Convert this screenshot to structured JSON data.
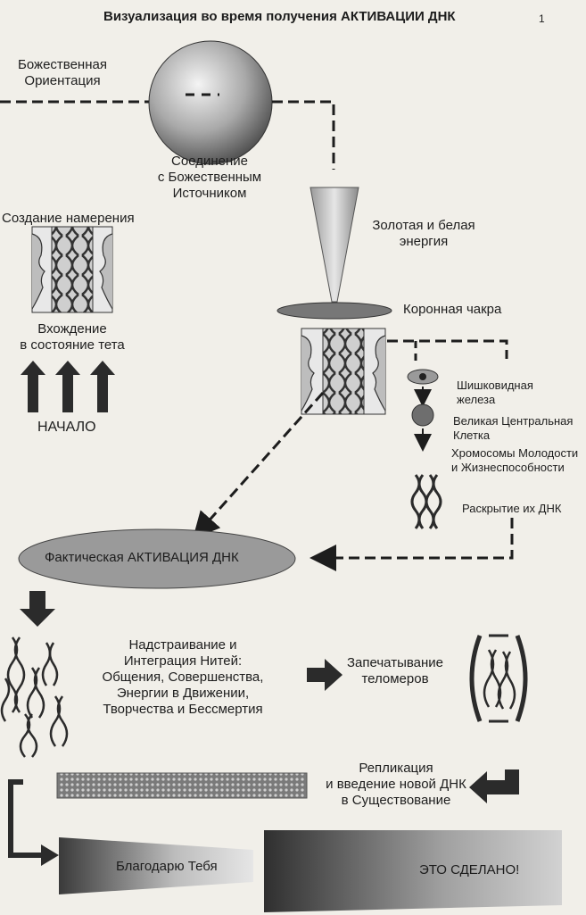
{
  "title": "Визуализация во время получения АКТИВАЦИИ ДНК",
  "page_marker": "1",
  "labels": {
    "divine_orientation": [
      "Божественная",
      "Ориентация"
    ],
    "connection": [
      "Соединение",
      "с Божественным",
      "Источником"
    ],
    "intention": "Создание намерения",
    "golden_energy": [
      "Золотая и белая",
      "энергия"
    ],
    "crown_chakra": "Коронная чакра",
    "theta": [
      "Вхождение",
      "в состояние тета"
    ],
    "start": "НАЧАЛО",
    "pineal": [
      "Шишковидная",
      "железа"
    ],
    "great_cell": [
      "Великая Центральная",
      "Клетка"
    ],
    "chromosomes": [
      "Хромосомы Молодости",
      "и Жизнеспособности"
    ],
    "opening": "Раскрытие их ДНК",
    "actual_activation": "Фактическая АКТИВАЦИЯ ДНК",
    "strands": [
      "Надстраивание и",
      "Интеграция Нитей:",
      "Общения, Совершенства,",
      "Энергии в Движении,",
      "Творчества и Бессмертия"
    ],
    "telomeres": [
      "Запечатывание",
      "теломеров"
    ],
    "replication": [
      "Репликация",
      "и введение новой ДНК",
      "в Существование"
    ],
    "thank_you": "Благодарю Тебя",
    "done": "ЭТО СДЕЛАНО!"
  },
  "colors": {
    "ink": "#1d1d1d",
    "paper": "#f1efe9",
    "sphere": "#8e8e8e",
    "ellipse": "#9a9a9a"
  }
}
